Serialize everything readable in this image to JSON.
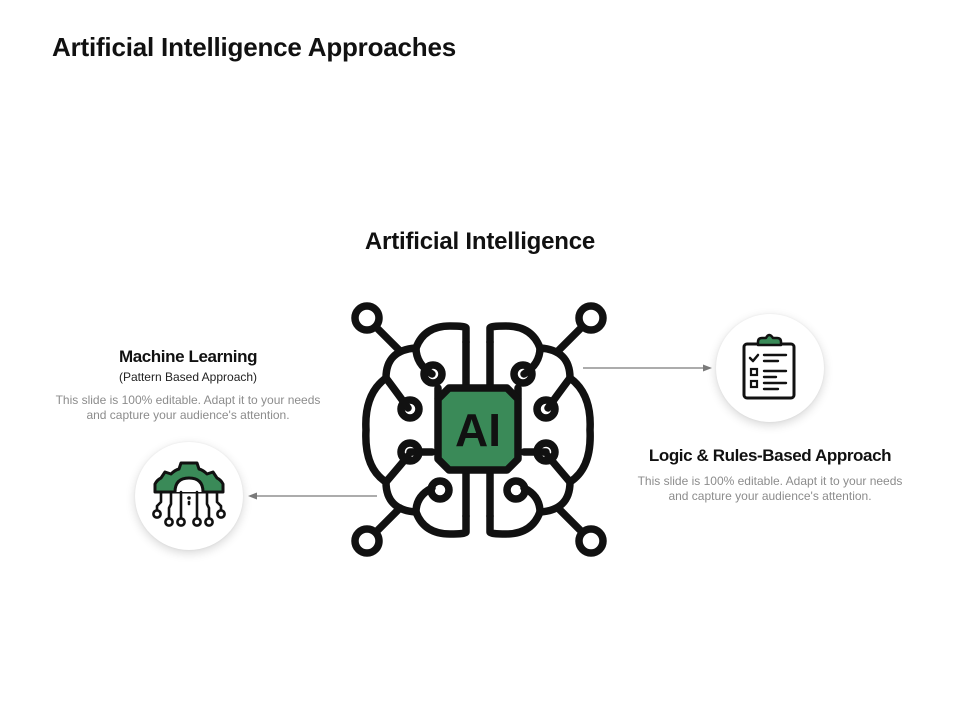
{
  "slide": {
    "title": "Artificial Intelligence Approaches"
  },
  "center": {
    "title": "Artificial Intelligence",
    "chip_label": "AI"
  },
  "machine_learning": {
    "title": "Machine Learning",
    "subtitle": "(Pattern Based Approach)",
    "description": "This slide is 100% editable. Adapt it to your needs and capture your audience's attention."
  },
  "logic_rules": {
    "title": "Logic & Rules-Based Approach",
    "description": "This slide is 100% editable. Adapt it to your needs and capture your audience's attention."
  },
  "icons": {
    "center": "ai-brain-circuit-icon",
    "left": "gear-circuit-icon",
    "right": "checklist-clipboard-icon"
  },
  "colors": {
    "accent_green": "#3a8a58",
    "stroke": "#111111",
    "muted_text": "#8c8c8c",
    "arrow": "#7a7a7a"
  }
}
